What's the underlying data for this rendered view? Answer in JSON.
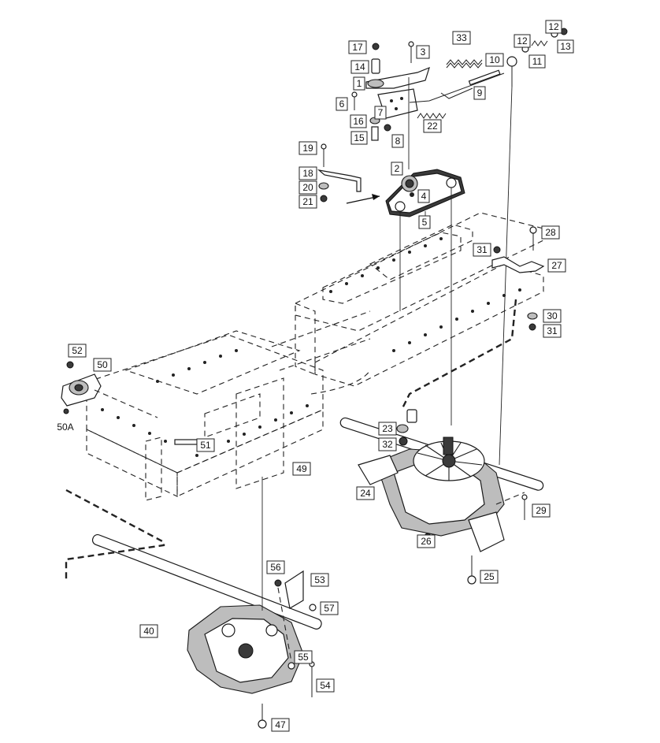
{
  "diagram": {
    "type": "exploded-parts-diagram",
    "callouts": [
      {
        "id": "c1",
        "label": "1"
      },
      {
        "id": "c2",
        "label": "2"
      },
      {
        "id": "c3",
        "label": "3"
      },
      {
        "id": "c4",
        "label": "4"
      },
      {
        "id": "c5",
        "label": "5"
      },
      {
        "id": "c6",
        "label": "6"
      },
      {
        "id": "c7",
        "label": "7"
      },
      {
        "id": "c8",
        "label": "8"
      },
      {
        "id": "c9",
        "label": "9"
      },
      {
        "id": "c10",
        "label": "10"
      },
      {
        "id": "c11",
        "label": "11"
      },
      {
        "id": "c12a",
        "label": "12"
      },
      {
        "id": "c12b",
        "label": "12"
      },
      {
        "id": "c13",
        "label": "13"
      },
      {
        "id": "c14",
        "label": "14"
      },
      {
        "id": "c15",
        "label": "15"
      },
      {
        "id": "c16",
        "label": "16"
      },
      {
        "id": "c17",
        "label": "17"
      },
      {
        "id": "c18",
        "label": "18"
      },
      {
        "id": "c19",
        "label": "19"
      },
      {
        "id": "c20",
        "label": "20"
      },
      {
        "id": "c21",
        "label": "21"
      },
      {
        "id": "c22",
        "label": "22"
      },
      {
        "id": "c23",
        "label": "23"
      },
      {
        "id": "c24",
        "label": "24"
      },
      {
        "id": "c25",
        "label": "25"
      },
      {
        "id": "c26",
        "label": "26"
      },
      {
        "id": "c27",
        "label": "27"
      },
      {
        "id": "c28",
        "label": "28"
      },
      {
        "id": "c29",
        "label": "29"
      },
      {
        "id": "c30",
        "label": "30"
      },
      {
        "id": "c31a",
        "label": "31"
      },
      {
        "id": "c31b",
        "label": "31"
      },
      {
        "id": "c32",
        "label": "32"
      },
      {
        "id": "c33",
        "label": "33"
      },
      {
        "id": "c40",
        "label": "40"
      },
      {
        "id": "c47",
        "label": "47"
      },
      {
        "id": "c49",
        "label": "49"
      },
      {
        "id": "c50",
        "label": "50"
      },
      {
        "id": "c50a",
        "label": "50A"
      },
      {
        "id": "c51",
        "label": "51"
      },
      {
        "id": "c52",
        "label": "52"
      },
      {
        "id": "c53",
        "label": "53"
      },
      {
        "id": "c54",
        "label": "54"
      },
      {
        "id": "c55",
        "label": "55"
      },
      {
        "id": "c56",
        "label": "56"
      },
      {
        "id": "c57",
        "label": "57"
      }
    ]
  }
}
